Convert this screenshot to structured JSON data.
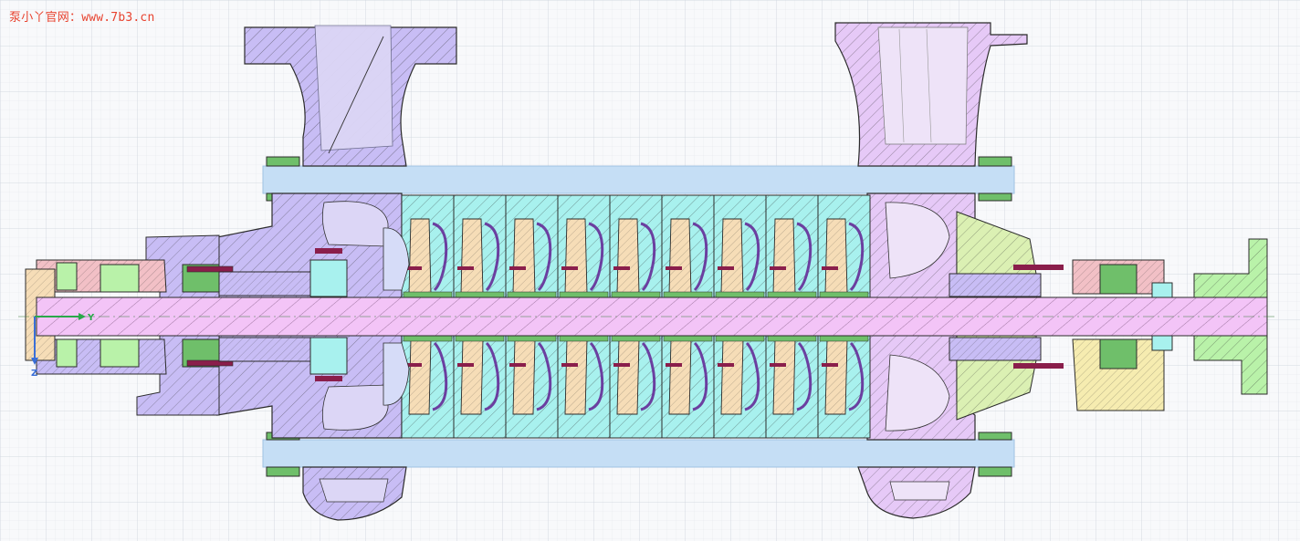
{
  "watermark": "泵小丫官网：www.7b3.cn",
  "axes": {
    "y": "Y",
    "z": "Z"
  },
  "colors": {
    "shaft": "#f3c4f7",
    "casing": "#c8bdf5",
    "discharge": "#e6c9f7",
    "diffuser": "#a8f1ee",
    "impeller": "#f6ddb7",
    "tie_rod": "#c5def5",
    "bearing": "#b9f2a9",
    "seal": "#f2c0c6",
    "bolt": "#8a1e4b",
    "grid_minor": "#dfe3ea",
    "grid_major": "#c9cfd9",
    "outline": "#2b2b2b",
    "watermark": "#e8432f"
  }
}
